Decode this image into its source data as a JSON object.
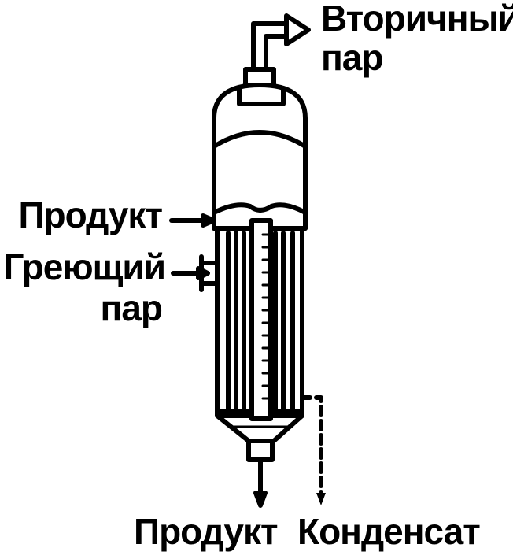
{
  "labels": {
    "secondary_steam": "Вторичный пар",
    "secondary_steam_line1": "Вторичный",
    "secondary_steam_line2": "пар",
    "product_in": "Продукт",
    "heating_steam_line1": "Греющий",
    "heating_steam_line2": "пар",
    "product_out": "Продукт",
    "condensate": "Конденсат"
  },
  "colors": {
    "ink": "#000000",
    "background": "#ffffff"
  }
}
